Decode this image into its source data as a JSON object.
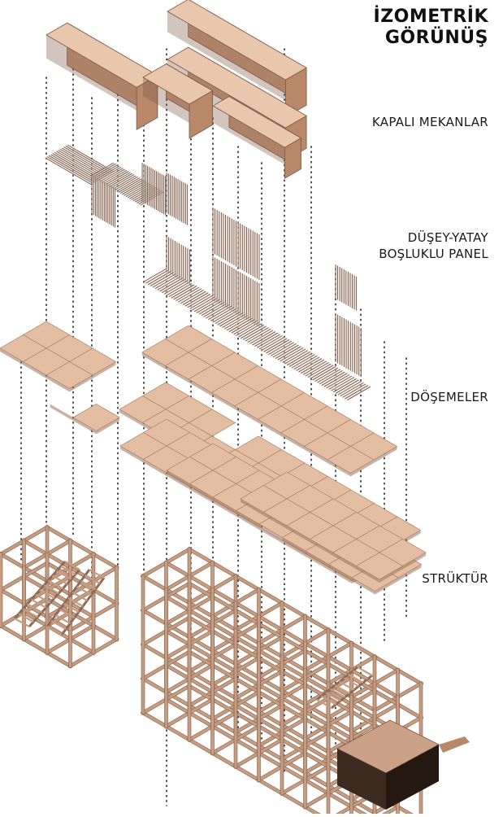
{
  "title": {
    "line1": "İZOMETRİK",
    "line2": "GÖRÜNÜŞ"
  },
  "layers": [
    {
      "id": "kapali",
      "label": "KAPALI MEKANLAR"
    },
    {
      "id": "panel",
      "label_line1": "DÜŞEY-YATAY",
      "label_line2": "BOŞLUKLU PANEL"
    },
    {
      "id": "doseme",
      "label": "DÖŞEMELER"
    },
    {
      "id": "struktur",
      "label": "STRÜKTÜR"
    }
  ],
  "colors": {
    "wood_top": "#e9c7ad",
    "wood_left": "#c8987a",
    "wood_right": "#b98868",
    "wood_dark": "#7a5a45",
    "slab": "#e3bea3",
    "slab_edge": "#a67c62",
    "panel_line": "#6e5446",
    "guide": "#222222",
    "frame": "#c79d82",
    "frame_edge": "#8c6a55"
  }
}
